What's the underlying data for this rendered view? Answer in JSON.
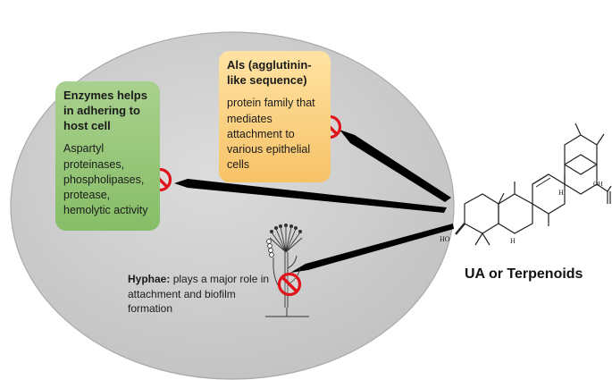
{
  "enzymes_box": {
    "title": "Enzymes helps in adhering to host cell",
    "body": "Aspartyl proteinases, phospholipases, protease, hemolytic activity"
  },
  "als_box": {
    "title": "Als (agglutinin-like sequence)",
    "body": "protein family that mediates attachment to various epithelial cells"
  },
  "hyphae_note": {
    "lead": "Hyphae:",
    "body": "plays a major role in attachment and biofilm formation"
  },
  "compound": {
    "label": "UA or Terpenoids",
    "oh_label": "OH",
    "ho_label": "HO",
    "h_label": "H"
  },
  "colors": {
    "cell": "#cfcfcf",
    "enzymes_box": "#a9d18e",
    "als_box": "#f9cf7f",
    "inhibit_symbol": "#e0141b",
    "arrow": "#000000"
  },
  "icons": [
    "inhibit-icon",
    "hyphae-icon",
    "terpenoid-structure-icon"
  ]
}
